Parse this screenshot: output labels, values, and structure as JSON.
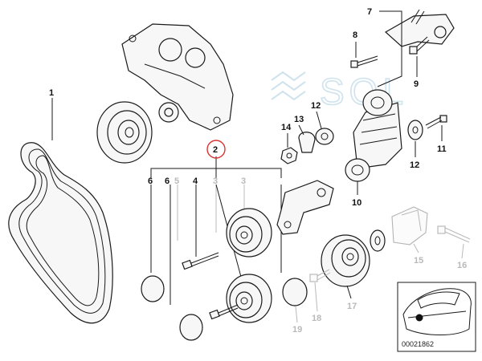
{
  "watermark": "SOL",
  "diagram_id": "00021862",
  "callouts": {
    "c1": "1",
    "c2": "2",
    "c3a": "3",
    "c3b": "3",
    "c4": "4",
    "c5": "5",
    "c6a": "6",
    "c6b": "6",
    "c7": "7",
    "c8": "8",
    "c9": "9",
    "c10": "10",
    "c11": "11",
    "c12a": "12",
    "c12b": "12",
    "c13": "13",
    "c14": "14",
    "c15": "15",
    "c16": "16",
    "c17": "17",
    "c18": "18",
    "c19": "19"
  }
}
